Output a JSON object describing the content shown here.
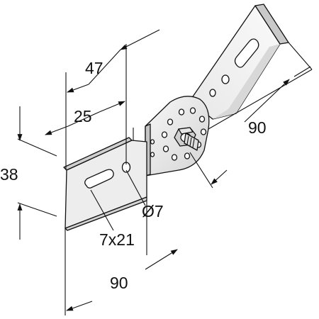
{
  "dimensions": {
    "height_left": "38",
    "overall_width_top": "47",
    "slot_offset": "25",
    "hole_label": "Ø7",
    "slot_size": "7x21",
    "length_bottom": "90",
    "length_right": "90"
  },
  "colors": {
    "ink": "#111111",
    "metal_light": "#f2f2f2",
    "metal_mid": "#d9d9d9",
    "metal_dark": "#b8b8b8",
    "background": "#ffffff"
  }
}
